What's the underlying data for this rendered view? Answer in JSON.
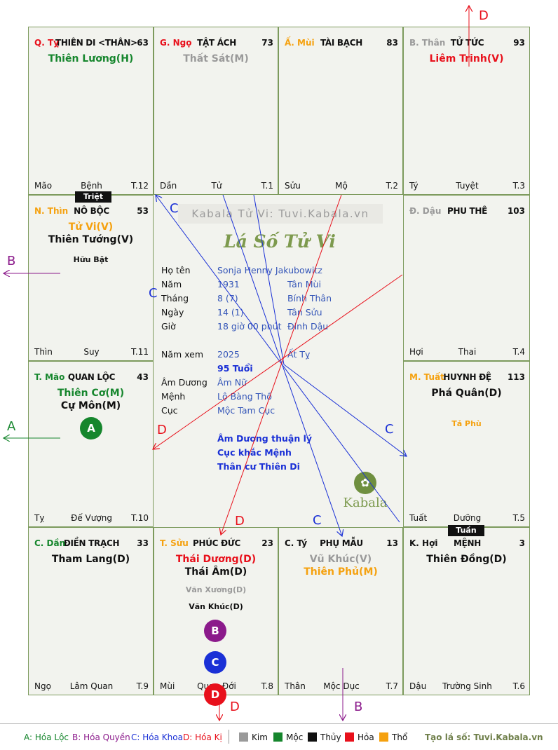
{
  "cells": [
    {
      "id": "ty",
      "branch": "Q. Tỵ",
      "branch_color": "#e8101b",
      "palace": "THIÊN DI <THÂN>",
      "score": "63",
      "stars": [
        {
          "t": "Thiên Lương(H)",
          "c": "#16862d"
        }
      ],
      "minors": [],
      "foot": {
        "l": "Mão",
        "m": "Bệnh",
        "r": "T.12"
      }
    },
    {
      "id": "ngo",
      "branch": "G. Ngọ",
      "branch_color": "#e8101b",
      "palace": "TẬT ÁCH",
      "score": "73",
      "stars": [
        {
          "t": "Thất Sát(M)",
          "c": "#9a9a9a"
        }
      ],
      "minors": [],
      "foot": {
        "l": "Dần",
        "m": "Tử",
        "r": "T.1"
      }
    },
    {
      "id": "mui",
      "branch": "Ấ. Mùi",
      "branch_color": "#f5a10f",
      "palace": "TÀI BẠCH",
      "score": "83",
      "stars": [],
      "minors": [],
      "foot": {
        "l": "Sửu",
        "m": "Mộ",
        "r": "T.2"
      }
    },
    {
      "id": "than",
      "branch": "B. Thân",
      "branch_color": "#9a9a9a",
      "palace": "TỬ TỨC",
      "score": "93",
      "stars": [
        {
          "t": "Liêm Trinh(V)",
          "c": "#e8101b"
        }
      ],
      "minors": [],
      "foot": {
        "l": "Tý",
        "m": "Tuyệt",
        "r": "T.3"
      }
    },
    {
      "id": "thin",
      "branch": "N. Thìn",
      "branch_color": "#f5a10f",
      "palace": "NÔ BỘC",
      "score": "53",
      "stars": [
        {
          "t": "Tử Vi(V)",
          "c": "#f5a10f"
        },
        {
          "t": "Thiên Tướng(V)",
          "c": "#111111"
        }
      ],
      "minors": [
        {
          "t": "Hữu Bật",
          "c": "#111111"
        }
      ],
      "foot": {
        "l": "Thìn",
        "m": "Suy",
        "r": "T.11"
      }
    },
    {
      "id": "dau",
      "branch": "Đ. Dậu",
      "branch_color": "#9a9a9a",
      "palace": "PHU THÊ",
      "score": "103",
      "stars": [],
      "minors": [],
      "foot": {
        "l": "Hợi",
        "m": "Thai",
        "r": "T.4"
      }
    },
    {
      "id": "mao",
      "branch": "T. Mão",
      "branch_color": "#16862d",
      "palace": "QUAN LỘC",
      "score": "43",
      "stars": [
        {
          "t": "Thiên Cơ(M)",
          "c": "#16862d"
        },
        {
          "t": "Cự Môn(M)",
          "c": "#111111"
        }
      ],
      "minors": [],
      "foot": {
        "l": "Tỵ",
        "m": "Đế Vượng",
        "r": "T.10"
      }
    },
    {
      "id": "tuat",
      "branch": "M. Tuất",
      "branch_color": "#f5a10f",
      "palace": "HUYNH ĐỆ",
      "score": "113",
      "stars": [
        {
          "t": "Phá Quân(D)",
          "c": "#111111"
        }
      ],
      "minors": [
        {
          "t": "Tả Phù",
          "c": "#f5a10f"
        }
      ],
      "foot": {
        "l": "Tuất",
        "m": "Dưỡng",
        "r": "T.5"
      }
    },
    {
      "id": "dan",
      "branch": "C. Dần",
      "branch_color": "#16862d",
      "palace": "ĐIỀN TRẠCH",
      "score": "33",
      "stars": [
        {
          "t": "Tham Lang(D)",
          "c": "#111111"
        }
      ],
      "minors": [],
      "foot": {
        "l": "Ngọ",
        "m": "Lâm Quan",
        "r": "T.9"
      }
    },
    {
      "id": "suu",
      "branch": "T. Sửu",
      "branch_color": "#f5a10f",
      "palace": "PHÚC ĐỨC",
      "score": "23",
      "stars": [
        {
          "t": "Thái Dương(D)",
          "c": "#e8101b"
        },
        {
          "t": "Thái Âm(D)",
          "c": "#111111"
        }
      ],
      "minors": [
        {
          "t": "Văn Xương(D)",
          "c": "#9a9a9a"
        },
        {
          "t": "Văn Khúc(D)",
          "c": "#111111"
        }
      ],
      "foot": {
        "l": "Mùi",
        "m": "Quan Đới",
        "r": "T.8"
      }
    },
    {
      "id": "tyy",
      "branch": "C. Tý",
      "branch_color": "#111111",
      "palace": "PHỤ MẪU",
      "score": "13",
      "stars": [
        {
          "t": "Vũ Khúc(V)",
          "c": "#9a9a9a"
        },
        {
          "t": "Thiên Phủ(M)",
          "c": "#f5a10f"
        }
      ],
      "minors": [],
      "foot": {
        "l": "Thân",
        "m": "Mộc Dục",
        "r": "T.7"
      }
    },
    {
      "id": "hoi",
      "branch": "K. Hợi",
      "branch_color": "#111111",
      "palace": "MỆNH",
      "score": "3",
      "stars": [
        {
          "t": "Thiên Đồng(D)",
          "c": "#111111"
        }
      ],
      "minors": [],
      "foot": {
        "l": "Dậu",
        "m": "Trường Sinh",
        "r": "T.6"
      }
    }
  ],
  "tags": {
    "triet": "Triệt",
    "tuan": "Tuần"
  },
  "center": {
    "brand": "Kabala Tử Vi: Tuvi.Kabala.vn",
    "script": "Lá Số Tử Vi",
    "rows": [
      {
        "l": "Họ tên",
        "v1": "Sonja Henny Jakubowitz",
        "v2": ""
      },
      {
        "l": "Năm",
        "v1": "1931",
        "v2": "Tân Mùi"
      },
      {
        "l": "Tháng",
        "v1": "8  (7)",
        "v2": "Bính Thân"
      },
      {
        "l": "Ngày",
        "v1": "14  (1)",
        "v2": "Tân Sửu"
      },
      {
        "l": "Giờ",
        "v1": "18 giờ 00 phút",
        "v2": "Đinh Dậu"
      },
      {
        "l": "Năm xem",
        "v1": "2025",
        "v2": "Ất Tỵ"
      },
      {
        "l": "",
        "v1": "95 Tuổi",
        "v2": ""
      },
      {
        "l": "Âm Dương",
        "v1": "Âm Nữ",
        "v2": ""
      },
      {
        "l": "Mệnh",
        "v1": "Lộ Bàng Thổ",
        "v2": ""
      },
      {
        "l": "Cục",
        "v1": "Mộc Tam Cục",
        "v2": ""
      }
    ],
    "notes": [
      "Âm Dương thuận lý",
      "Cục khắc Mệnh",
      "Thân cư Thiên Di"
    ],
    "logo": "Kabala"
  },
  "circles": {
    "a": "A",
    "b": "B",
    "c": "C",
    "d": "D"
  },
  "letters": {
    "a": "A",
    "b": "B",
    "c": "C",
    "d": "D"
  },
  "legend": {
    "a": "A: Hóa Lộc",
    "b": "B: Hóa Quyền",
    "c": "C: Hóa Khoa",
    "d": "D: Hóa Kị",
    "elements": [
      {
        "t": "Kim",
        "c": "#9a9a9a"
      },
      {
        "t": "Mộc",
        "c": "#16862d"
      },
      {
        "t": "Thủy",
        "c": "#111111"
      },
      {
        "t": "Hỏa",
        "c": "#e8101b"
      },
      {
        "t": "Thổ",
        "c": "#f5a10f"
      }
    ],
    "site": "Tạo lá số: Tuvi.Kabala.vn"
  },
  "colors": {
    "hoa_loc": "#16862d",
    "hoa_quyen": "#8b1a8b",
    "hoa_khoa": "#1a30d6",
    "hoa_ki": "#e8101b",
    "border": "#7c9a5c"
  }
}
